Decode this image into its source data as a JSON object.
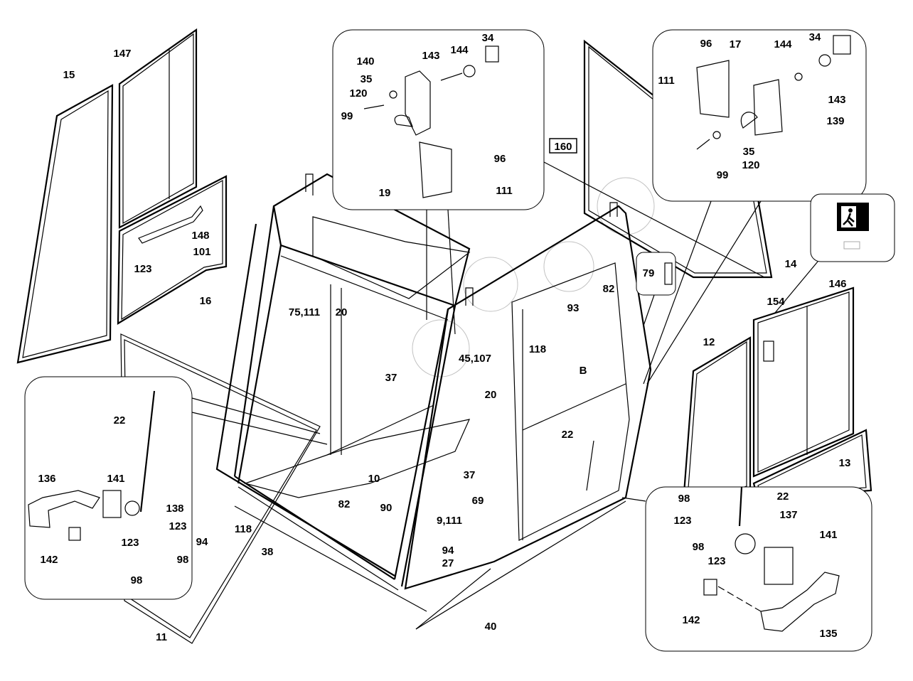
{
  "diagram": {
    "boxed_label": "160",
    "labels": [
      "15",
      "147",
      "148",
      "101",
      "123",
      "16",
      "140",
      "143",
      "144",
      "34",
      "35",
      "120",
      "99",
      "96",
      "19",
      "111",
      "96",
      "17",
      "144",
      "34",
      "111",
      "143",
      "139",
      "35",
      "120",
      "99",
      "79",
      "82",
      "93",
      "118",
      "14",
      "146",
      "154",
      "12",
      "13",
      "75,111",
      "20",
      "37",
      "45,107",
      "B",
      "20",
      "22",
      "22",
      "136",
      "141",
      "138",
      "123",
      "98",
      "123",
      "142",
      "98",
      "10",
      "82",
      "90",
      "37",
      "69",
      "9,111",
      "94",
      "118",
      "38",
      "94",
      "27",
      "40",
      "11",
      "98",
      "22",
      "123",
      "137",
      "98",
      "123",
      "141",
      "142",
      "135"
    ],
    "icons": [
      "emergency-exit-sign-icon"
    ]
  }
}
